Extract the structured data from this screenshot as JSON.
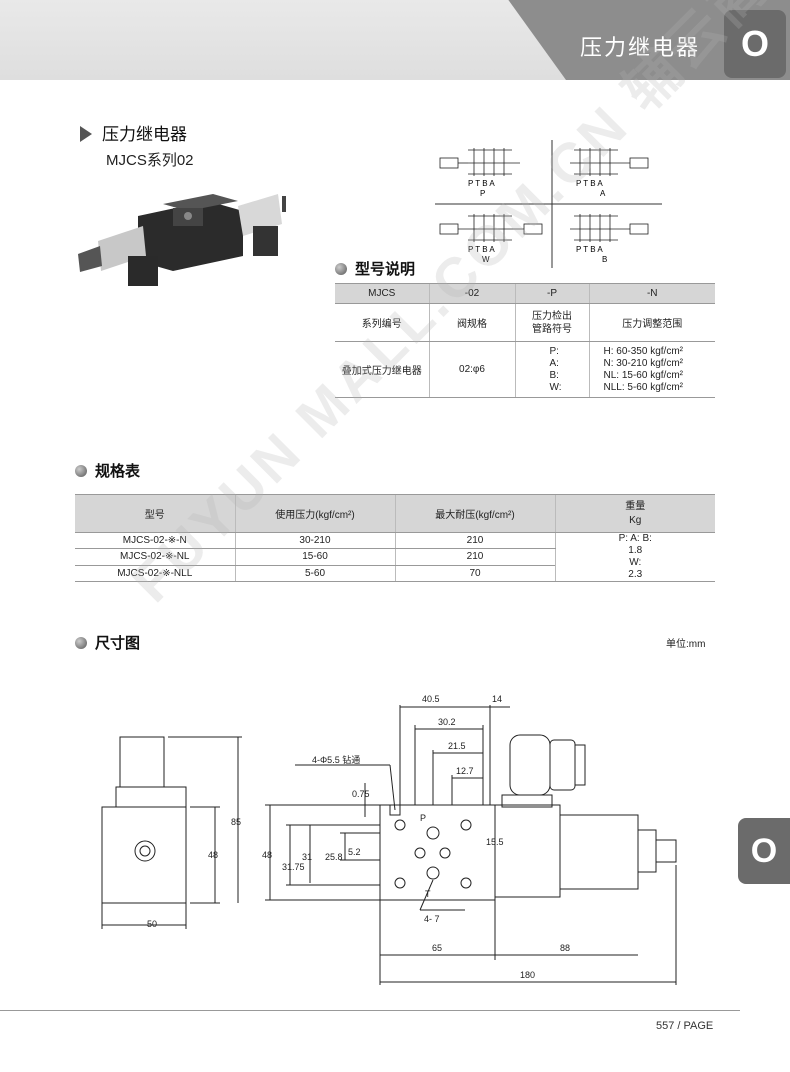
{
  "header": {
    "title": "压力继电器",
    "tab": "O"
  },
  "side_tab": "O",
  "product": {
    "title": "压力继电器",
    "subtitle": "MJCS系列02"
  },
  "symbols": {
    "labels": [
      "P",
      "A",
      "W",
      "B"
    ],
    "ports": "P T B A"
  },
  "type_section": {
    "title": "型号说明",
    "header": [
      "MJCS",
      "-02",
      "-P",
      "-N"
    ],
    "row2": [
      "系列编号",
      "阀规格",
      "压力检出\n管路符号",
      "压力调整范围"
    ],
    "row3_col1": "叠加式压力继电器",
    "row3_col2": "02:φ6",
    "row3_col3": [
      "P:",
      "A:",
      "B:",
      "W:"
    ],
    "row3_col4": [
      "H: 60-350 kgf/cm²",
      "N: 30-210 kgf/cm²",
      "NL: 15-60 kgf/cm²",
      "NLL: 5-60 kgf/cm²"
    ]
  },
  "spec_section": {
    "title": "规格表",
    "headers": [
      "型号",
      "使用压力(kgf/cm²)",
      "最大耐压(kgf/cm²)",
      "重量\nKg"
    ],
    "rows": [
      [
        "MJCS-02-※-N",
        "30-210",
        "210"
      ],
      [
        "MJCS-02-※-NL",
        "15-60",
        "210"
      ],
      [
        "MJCS-02-※-NLL",
        "5-60",
        "70"
      ]
    ],
    "weight": [
      "P: A: B:",
      "1.8",
      "W:",
      "2.3"
    ]
  },
  "dimension_section": {
    "title": "尺寸图",
    "unit": "单位:mm",
    "dims": {
      "d50": "50",
      "d48a": "48",
      "d85": "85",
      "d48b": "48",
      "d3175": "31.75",
      "d31": "31",
      "d258": "25.8",
      "d52": "5.2",
      "d075": "0.75",
      "d405": "40.5",
      "d14": "14",
      "d302": "30.2",
      "d215": "21.5",
      "d127": "12.7",
      "d155": "15.5",
      "hole": "4-Φ5.5 钻通",
      "hole2": "4- 7",
      "P": "P",
      "T": "T",
      "d65": "65",
      "d88": "88",
      "d180": "180"
    }
  },
  "watermark": "FUYUN MALL.COM.CN 辅云商",
  "page": "557 / PAGE"
}
